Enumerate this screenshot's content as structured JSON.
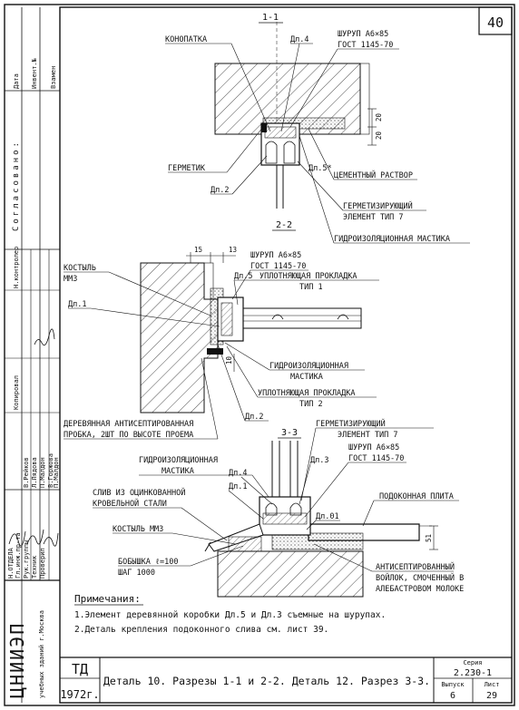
{
  "sheet": {
    "number": "40",
    "year": "1972г.",
    "org_mark": "ТД",
    "title": "Деталь 10. Разрезы 1-1 и 2-2. Деталь 12. Разрез 3-3.",
    "series_label": "Серия",
    "series_value": "2.230-1",
    "issue_label": "Выпуск",
    "issue_value": "6",
    "sheet_label": "Лист",
    "sheet_value": "29",
    "institute": "ЦНИИЭП",
    "institute_sub": "учебных зданий г.Москва"
  },
  "left_strip": {
    "stamp_cols": [
      "Дата",
      "Инвент.№",
      "Взамен"
    ],
    "approval": "Согласовано:",
    "roles": [
      "Н.ОТДЕЛА",
      "Гл.инж.пр-та",
      "Рук.группы",
      "Техник",
      "Проверил"
    ],
    "copy_marks": [
      "Копировал",
      "Н.контролер"
    ],
    "names": [
      "В.Рейков",
      "Л.Лядова",
      "П.Малдон",
      "В.Горжова",
      "П.Малдон"
    ]
  },
  "sections": {
    "s11": "1-1",
    "s22": "2-2",
    "s33": "3-3"
  },
  "labels": {
    "konopatka": "КОНОПАТКА",
    "dl4_a": "Дл.4",
    "shurup_a": "ШУРУП А6×85",
    "gost_a": "ГОСТ 1145-70",
    "germetik": "ГЕРМЕТИК",
    "dl5star": "Дл.5*",
    "cement": "ЦЕМЕНТНЫЙ РАСТВОР",
    "dl2_a": "Дл.2",
    "germ_el_a": "ГЕРМЕТИЗИРУЮЩИЙ",
    "germ_el_a2": "ЭЛЕМЕНТ ТИП 7",
    "gidro_a": "ГИДРОИЗОЛЯЦИОННАЯ МАСТИКА",
    "kostyl_a": "КОСТЫЛЬ",
    "kostyl_a2": "ММ3",
    "dl1_a": "Дл.1",
    "shurup_b": "ШУРУП А6×85",
    "gost_b": "ГОСТ 1145-70",
    "dl5_b": "Дл.5",
    "upl1": "УПЛОТНЯЮЩАЯ ПРОКЛАДКА",
    "upl1b": "ТИП 1",
    "gidro_b": "ГИДРОИЗОЛЯЦИОННАЯ",
    "gidro_b2": "МАСТИКА",
    "upl2": "УПЛОТНЯЮЩАЯ ПРОКЛАДКА",
    "upl2b": "ТИП 2",
    "dl2_b": "Дл.2",
    "probka": "ДЕРЕВЯННАЯ АНТИСЕПТИРОВАННАЯ",
    "probka2": "ПРОБКА, 2ШТ ПО ВЫСОТЕ ПРОЕМА",
    "germ_el_b": "ГЕРМЕТИЗИРУЮЩИЙ",
    "germ_el_b2": "ЭЛЕМЕНТ ТИП 7",
    "shurup_c": "ШУРУП А6×85",
    "gost_c": "ГОСТ 1145-70",
    "gidro_c": "ГИДРОИЗОЛЯЦИОННАЯ",
    "gidro_c2": "МАСТИКА",
    "dl4_c": "Дл.4",
    "dl3_c": "Дл.3",
    "dl1_c": "Дл.1",
    "dl01": "Дл.01",
    "slivb": "СЛИВ ИЗ ОЦИНКОВАННОЙ",
    "slivb2": "КРОВЕЛЬНОЙ СТАЛИ",
    "kostyl_c": "КОСТЫЛЬ ММ3",
    "bobyshka": "БОБЫШКА ℓ=100",
    "bobyshka2": "ШАГ 1000",
    "podokon": "ПОДОКОННАЯ ПЛИТА",
    "antisept": "АНТИСЕПТИРОВАННЫЙ",
    "antisept2": "ВОЙЛОК, СМОЧЕННЫЙ В",
    "antisept3": "АЛЕБАСТРОВОМ МОЛОКЕ"
  },
  "dims": {
    "d20a": "20",
    "d20b": "20",
    "d15": "15",
    "d13": "13",
    "d10": "10",
    "d51": "51"
  },
  "notes": {
    "heading": "Примечания:",
    "n1": "1.Элемент деревянной коробки Дл.5 и Дл.3 съемные на шурупах.",
    "n2": "2.Деталь крепления подоконного слива см. лист 39."
  }
}
